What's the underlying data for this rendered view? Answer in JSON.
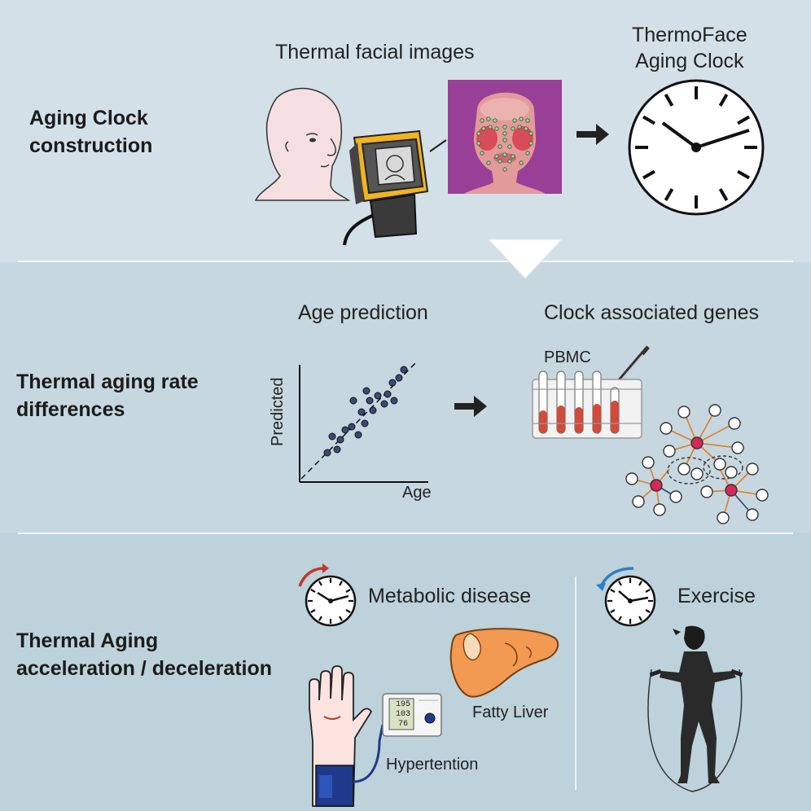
{
  "sections": [
    {
      "title": "Aging Clock\nconstruction"
    },
    {
      "title": "Thermal aging rate\ndifferences"
    },
    {
      "title": "Thermal Aging\nacceleration / deceleration"
    }
  ],
  "construction": {
    "images_label": "Thermal facial images",
    "clock_label": "ThermoFace\nAging Clock"
  },
  "prediction": {
    "title": "Age prediction",
    "ylabel": "Predicted",
    "xlabel": "Age"
  },
  "genes": {
    "title": "Clock associated genes",
    "pbmc_label": "PBMC"
  },
  "outcomes": {
    "metabolic_label": "Metabolic disease",
    "exercise_label": "Exercise",
    "fatty_liver_label": "Fatty Liver",
    "hypertension_label": "Hypertention",
    "bp_readings": [
      "195",
      "103",
      "76"
    ]
  },
  "colors": {
    "accelerate_arrow": "#c0392b",
    "decelerate_arrow": "#2f7fc1",
    "hub_node": "#d6275a",
    "thermal_bg": "#9a3f97"
  }
}
